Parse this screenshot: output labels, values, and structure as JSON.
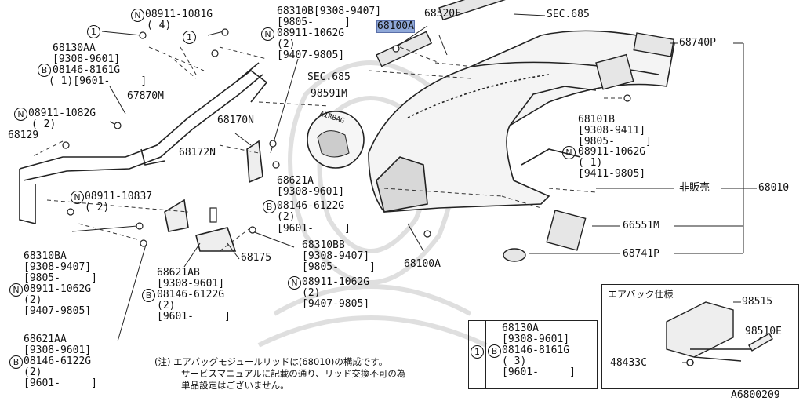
{
  "labels": {
    "p08911_1081g": "08911-1081G",
    "q4": "( 4)",
    "p68130aa": "68130AA",
    "d9308_9601": "[9308-9601]",
    "p08146_8161g": "08146-8161G",
    "q1_9601": "( 1)[9601-     ]",
    "p67870m": "67870M",
    "p08911_1082g": "08911-1082G",
    "q2": "( 2)",
    "p68129": "68129",
    "p08911_10837": "08911-10837",
    "q2b": "( 2)",
    "p68310ba": "68310BA",
    "d9308_9407": "[9308-9407]",
    "d9805": "[9805-     ]",
    "p08911_1062g": "08911-1062G",
    "q2c": "(2)",
    "d9407_9805": "[9407-9805]",
    "p68621aa": "68621AA",
    "d9308_9601b": "[9308-9601]",
    "p08146_6122g": "08146-6122G",
    "q2d": "(2)",
    "d9601": "[9601-     ]",
    "p68621ab": "68621AB",
    "d9308_9601c": "[9308-9601]",
    "p08146_6122g_b": "08146-6122G",
    "q2e": "(2)",
    "d9601b": "[9601-     ]",
    "p68172n": "68172N",
    "p68175": "68175",
    "p68310bb": "68310BB",
    "d9308_9407b": "[9308-9407]",
    "d9805b": "[9805-     ]",
    "p08911_1062g_b": "08911-1062G",
    "q2f": "(2)",
    "d9407_9805b": "[9407-9805]",
    "p68170n": "68170N",
    "p68621a": "68621A",
    "d9308_9601d": "[9308-9601]",
    "p08146_6122g_c": "08146-6122G",
    "q2g": "(2)",
    "d9601c": "[9601-     ]",
    "p68310b": "68310B[9308-9407]",
    "d9805c": "[9805-     ]",
    "p08911_1062g_c": "08911-1062G",
    "q2h": "(2)",
    "d9407_9805c": "[9407-9805]",
    "p68520f": "68520F",
    "p68100a_hl": "68100A",
    "sec685a": "SEC.685",
    "sec685b": "SEC.685",
    "p98591m": "98591M",
    "airbag": "AIRBAG",
    "p68740p": "68740P",
    "p68101b": "68101B",
    "d9308_9411": "[9308-9411]",
    "d9805d": "[9805-     ]",
    "p08911_1062g_d": "08911-1062G",
    "q1": "( 1)",
    "d9411_9805": "[9411-9805]",
    "not_sold": "非販売",
    "p68010": "68010",
    "p66551m": "66551M",
    "p68741p": "68741P",
    "p68100a": "68100A",
    "p98515": "98515",
    "p98510e": "98510E",
    "p48433c": "48433C",
    "diagram_id": "A6800209"
  },
  "markers": {
    "n": "N",
    "b": "B",
    "one": "1"
  },
  "airbag_box_title": "エアバック仕様",
  "legend": {
    "marker": "1",
    "part": "68130A",
    "date1": "[9308-9601]",
    "part2": "08146-8161G",
    "qty": "( 3)",
    "date2": "[9601-     ]"
  },
  "note": {
    "line1": "(注) エアバッグモジュールリッドは(68010)の構成です。",
    "line2": "サービスマニュアルに記載の通り、リッド交換不可の為",
    "line3": "単品設定はございません。"
  }
}
